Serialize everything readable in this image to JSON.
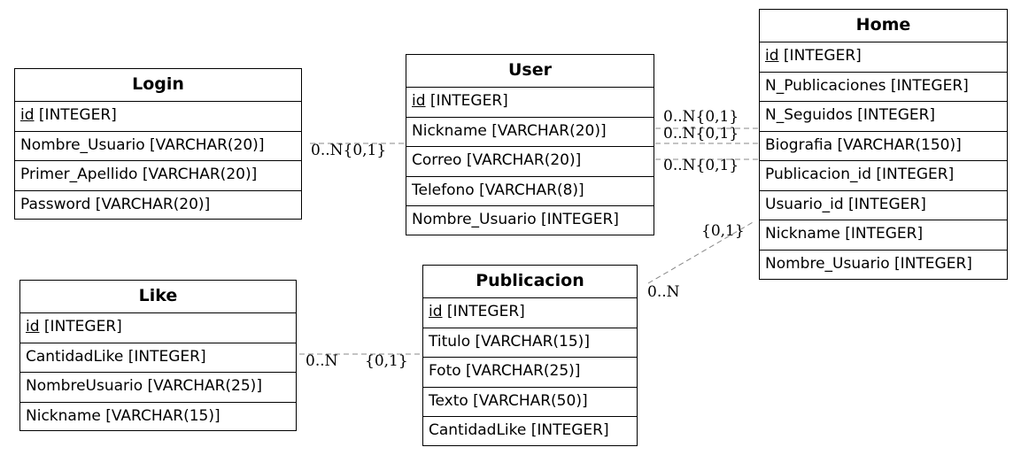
{
  "entities": {
    "login": {
      "title": "Login",
      "rows": [
        {
          "pk": "id",
          "rest": " [INTEGER]"
        },
        {
          "text": "Nombre_Usuario [VARCHAR(20)]"
        },
        {
          "text": "Primer_Apellido [VARCHAR(20)]"
        },
        {
          "text": "Password [VARCHAR(20)]"
        }
      ]
    },
    "user": {
      "title": "User",
      "rows": [
        {
          "pk": "id",
          "rest": " [INTEGER]"
        },
        {
          "text": "Nickname [VARCHAR(20)]"
        },
        {
          "text": "Correo [VARCHAR(20)]"
        },
        {
          "text": "Telefono [VARCHAR(8)]"
        },
        {
          "text": "Nombre_Usuario [INTEGER]"
        }
      ]
    },
    "home": {
      "title": "Home",
      "rows": [
        {
          "pk": "id",
          "rest": " [INTEGER]"
        },
        {
          "text": "N_Publicaciones [INTEGER]"
        },
        {
          "text": "N_Seguidos [INTEGER]"
        },
        {
          "text": "Biografia [VARCHAR(150)]"
        },
        {
          "text": "Publicacion_id [INTEGER]"
        },
        {
          "text": "Usuario_id [INTEGER]"
        },
        {
          "text": "Nickname [INTEGER]"
        },
        {
          "text": "Nombre_Usuario [INTEGER]"
        }
      ]
    },
    "like": {
      "title": "Like",
      "rows": [
        {
          "pk": "id",
          "rest": " [INTEGER]"
        },
        {
          "text": "CantidadLike [INTEGER]"
        },
        {
          "text": "NombreUsuario [VARCHAR(25)]"
        },
        {
          "text": "Nickname [VARCHAR(15)]"
        }
      ]
    },
    "publicacion": {
      "title": "Publicacion",
      "rows": [
        {
          "pk": "id",
          "rest": " [INTEGER]"
        },
        {
          "text": "Titulo [VARCHAR(15)]"
        },
        {
          "text": "Foto [VARCHAR(25)]"
        },
        {
          "text": "Texto [VARCHAR(50)]"
        },
        {
          "text": "CantidadLike [INTEGER]"
        }
      ]
    }
  },
  "cardinalities": {
    "login_user": "0..N{0,1}",
    "user_home_1": "0..N{0,1}",
    "user_home_2": "0..N{0,1}",
    "user_home_3": "0..N{0,1}",
    "pub_home_many": "0..N",
    "pub_home_one": "{0,1}",
    "like_pub_many": "0..N",
    "like_pub_one": "{0,1}"
  },
  "colors": {
    "line": "#888888",
    "border": "#000000"
  }
}
